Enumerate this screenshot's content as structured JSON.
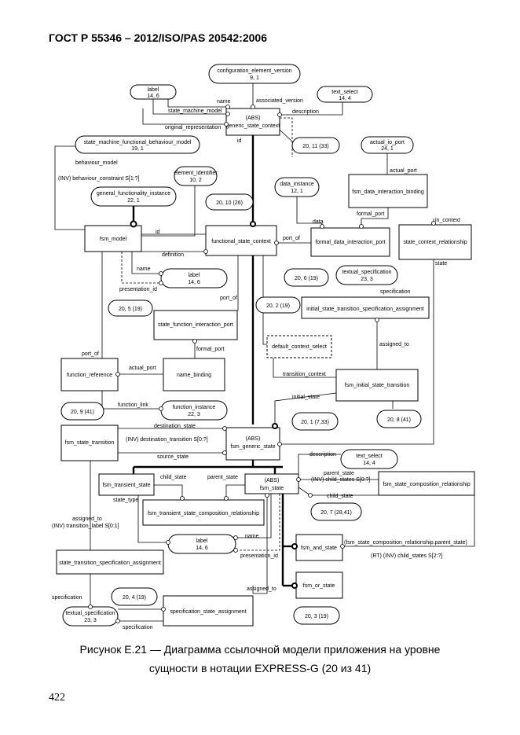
{
  "header": "ГОСТ Р 55346 – 2012/ISO/PAS 20542:2006",
  "caption_line1": "Рисунок E.21 — Диаграмма ссылочной модели приложения на уровне",
  "caption_line2": "сущности в нотации EXPRESS-G (20 из 41)",
  "page_number": "422",
  "entities": {
    "generic_state_context_abs": "(ABS)",
    "generic_state_context": "generic_state_context",
    "fsm_model": "fsm_model",
    "functional_state_context": "functional_state_context",
    "formal_data_interaction_port": "formal_data_interaction_port",
    "state_context_relationship": "state_context_relationship",
    "fsm_data_interaction_binding": "fsm_data_interaction_binding",
    "initial_state_transition_specification_assignment": "initial_state_transition_specification_assignment",
    "state_function_interaction_port": "state_function_interaction_port",
    "function_reference": "function_reference",
    "name_binding": "name_binding",
    "fsm_initial_state_transition": "fsm_initial_state_transition",
    "fsm_state_transition": "fsm_state_transition",
    "fsm_generic_state_abs": "(ABS)",
    "fsm_generic_state": "fsm_generic_state",
    "fsm_transient_state": "fsm_transient_state",
    "fsm_state_abs": "(ABS)",
    "fsm_state": "fsm_state",
    "fsm_state_composition_relationship": "fsm_state_composition_relationship",
    "fsm_transient_state_composition_relationship": "fsm_transient_state_composition_relationship",
    "state_transition_specification_assignment": "state_transition_specification_assignment",
    "fsm_and_state": "fsm_and_state",
    "fsm_or_state": "fsm_or_state",
    "specification_state_assignment": "specification_state_assignment",
    "default_context_select": "default_context_select"
  },
  "refs": {
    "configuration_element_version": "configuration_element_version",
    "configuration_element_version_page": "9, 1",
    "label_top": "label",
    "label_top_page": "14, 6",
    "text_select_top": "text_select",
    "text_select_top_page": "14, 4",
    "state_machine_functional_behaviour_model": "state_machine_functional_behaviour_model",
    "state_machine_functional_behaviour_model_page": "19, 1",
    "element_identifier": "element_identifier",
    "element_identifier_page": "10, 2",
    "general_functionality_instance": "general_functionality_instance",
    "general_functionality_instance_page": "22, 1",
    "actual_io_port": "actual_io_port",
    "actual_io_port_page": "24, 1",
    "data_instance": "data_instance",
    "data_instance_page": "12, 1",
    "label_mid": "label",
    "label_mid_page": "14, 6",
    "textual_specification_mid": "textual_specification",
    "textual_specification_mid_page": "23, 3",
    "function_instance": "function_instance",
    "function_instance_page": "22, 3",
    "text_select_low": "text_select",
    "text_select_low_page": "14, 4",
    "label_low": "label",
    "label_low_page": "14, 6",
    "textual_specification_low": "textual_specification",
    "textual_specification_low_page": "23, 3"
  },
  "pagerefs": {
    "p_20_11_33": "20, 11 (33)",
    "p_20_10_26": "20, 10 (26)",
    "p_20_6_19": "20, 6 (19)",
    "p_20_2_19": "20, 2 (19)",
    "p_20_5_19": "20, 5 (19)",
    "p_20_9_41": "20, 9 (41)",
    "p_20_8_41": "20, 8 (41)",
    "p_20_1_7_33": "20, 1 (7,33)",
    "p_20_7_28_41": "20, 7 (28,41)",
    "p_20_4_19": "20, 4 (19)",
    "p_20_3_19": "20, 3 (19)"
  },
  "roles": {
    "name": "name",
    "associated_version": "associated_version",
    "state_machine_model": "state_machine_model",
    "description": "description",
    "original_representation": "original_representation",
    "id": "id",
    "behaviour_model": "behaviour_model",
    "inv_behaviour_constraint": "(INV) behaviour_constraint S[1:?]",
    "actual_port": "actual_port",
    "formal_port": "formal_port",
    "data": "data",
    "in_context": "in_context",
    "id2": "id",
    "port_of": "port_of",
    "definition": "definition",
    "state": "state",
    "name2": "name",
    "presentation_id": "presentation_id",
    "specification": "specification",
    "port_of2": "port_of",
    "formal_port2": "formal_port",
    "assigned_to": "assigned_to",
    "port_of3": "port_of",
    "actual_port2": "actual_port",
    "transition_context": "transition_context",
    "initial_state": "initial_state",
    "function_link": "function_link",
    "destination_state": "destination_state",
    "inv_destination_transition": "(INV) destination_transition S[0:?]",
    "source_state": "source_state",
    "description2": "description",
    "child_state": "child_state",
    "parent_state": "parent_state",
    "parent_state2": "parent_state",
    "inv_child_states": "(INV) child_states S[0:?]",
    "child_state2": "child_state",
    "state_type": "state_type",
    "assigned_to2": "assigned_to",
    "inv_transition_label": "(INV) transition_label S[0:1]",
    "name3": "name",
    "presentation_id2": "presentation_id",
    "fsm_scr_parent_state": "(fsm_state_composition_relationship.parent_state)",
    "rt_inv_child_states": "(RT) (INV) child_states S[2:?]",
    "assigned_to3": "assigned_to",
    "specification2": "specification",
    "specification3": "specification"
  }
}
